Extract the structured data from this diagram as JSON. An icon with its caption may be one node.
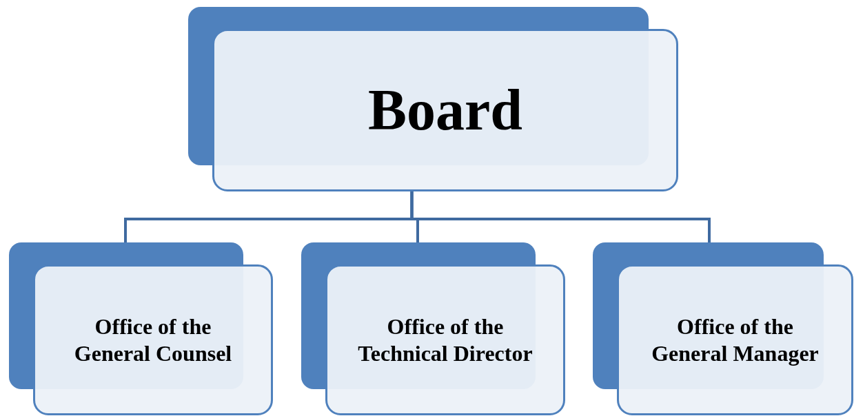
{
  "diagram": {
    "nodes": [
      {
        "text": [
          "Board"
        ]
      },
      {
        "text": [
          "Office of the General Counsel"
        ]
      },
      {
        "text": [
          "Office of the Technical Director"
        ]
      },
      {
        "text": [
          "Office of the General Manager"
        ]
      }
    ],
    "edges": [
      {
        "from": 0,
        "to": 1,
        "arrow": "none"
      },
      {
        "from": 0,
        "to": 2,
        "arrow": "none"
      },
      {
        "from": 0,
        "to": 3,
        "arrow": "none"
      }
    ]
  }
}
